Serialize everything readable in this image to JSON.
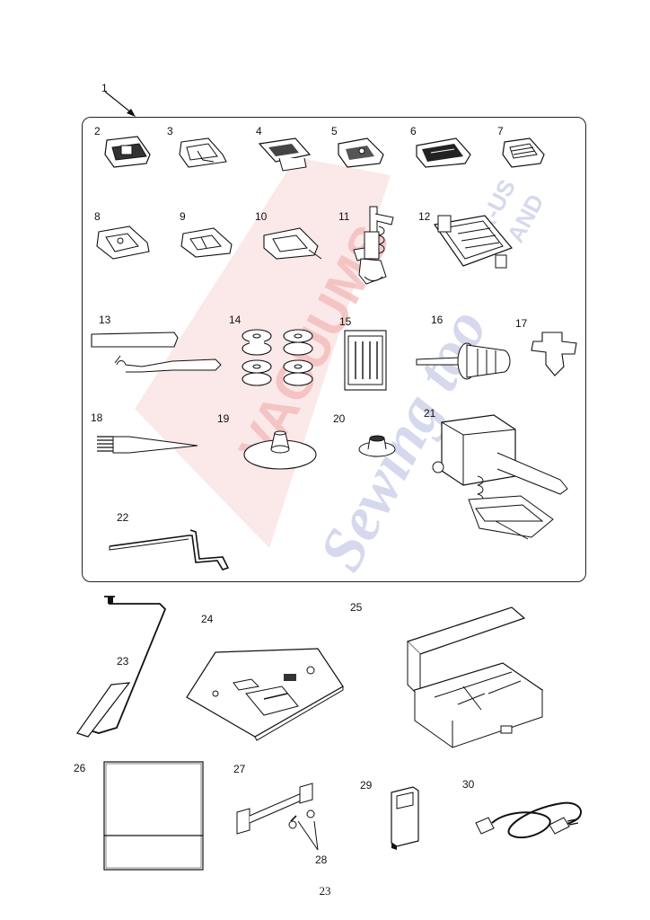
{
  "page_number": "23",
  "labels": {
    "n1": "1",
    "n2": "2",
    "n3": "3",
    "n4": "4",
    "n5": "5",
    "n6": "6",
    "n7": "7",
    "n8": "8",
    "n9": "9",
    "n10": "10",
    "n11": "11",
    "n12": "12",
    "n13": "13",
    "n14": "14",
    "n15": "15",
    "n16": "16",
    "n17": "17",
    "n18": "18",
    "n19": "19",
    "n20": "20",
    "n21": "21",
    "n22": "22",
    "n23": "23",
    "n24": "24",
    "n25": "25",
    "n26": "26",
    "n27": "27",
    "n28": "28",
    "n29": "29",
    "n30": "30"
  },
  "watermark": {
    "line1": "VACUUMS",
    "line2": "Sewing too",
    "line3": "R-US",
    "line4": "AND"
  },
  "colors": {
    "watermark_red": "#f2b8b8",
    "watermark_blue": "#c6cae6",
    "line": "#222222"
  }
}
